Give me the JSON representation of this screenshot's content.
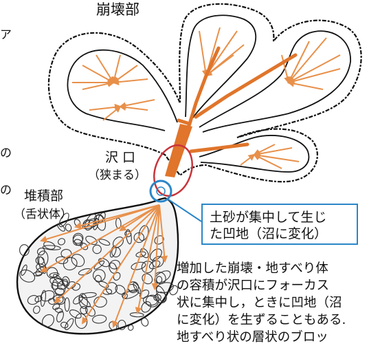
{
  "labels": {
    "collapse": "崩壊部",
    "mouth_title": "沢 口",
    "mouth_note": "（狭まる）",
    "deposit_title": "堆積部",
    "deposit_note": "（舌状体）",
    "left_cut_1": "ア",
    "left_cut_2": "の",
    "left_cut_3": "の"
  },
  "callout": {
    "line1": "土砂が集中して生じ",
    "line2": "た凹地（沼に変化）"
  },
  "description": {
    "line1": "増加した崩壊・地すべり体",
    "line2": "の容積が沢口にフォーカス",
    "line3": "状に集中し，ときに凹地（沼",
    "line4": "に変化）を生ずることもある.",
    "line5": "地すべり状の層状のブロッ"
  },
  "colors": {
    "arrow": "#e8904a",
    "channel": "#e0752b",
    "ellipse": "#c9333a",
    "circle": "#2a86c8"
  }
}
